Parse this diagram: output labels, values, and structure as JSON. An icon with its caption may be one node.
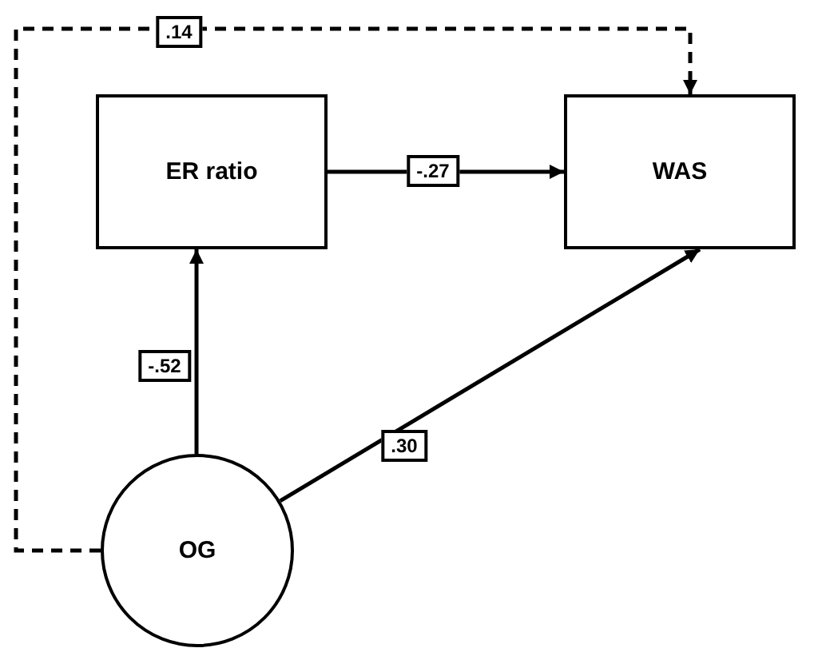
{
  "diagram": {
    "nodes": [
      {
        "text": [
          "ER ratio"
        ]
      },
      {
        "text": [
          "WAS"
        ]
      },
      {
        "text": [
          "OG"
        ]
      }
    ],
    "edges": [
      {
        "from": 2,
        "to": 1,
        "arrow": "to",
        "label": ".14",
        "style": "dashed"
      },
      {
        "from": 0,
        "to": 1,
        "arrow": "to",
        "label": "-.27"
      },
      {
        "from": 2,
        "to": 0,
        "arrow": "to",
        "label": "-.52"
      },
      {
        "from": 2,
        "to": 1,
        "arrow": "to",
        "label": ".30"
      }
    ]
  }
}
